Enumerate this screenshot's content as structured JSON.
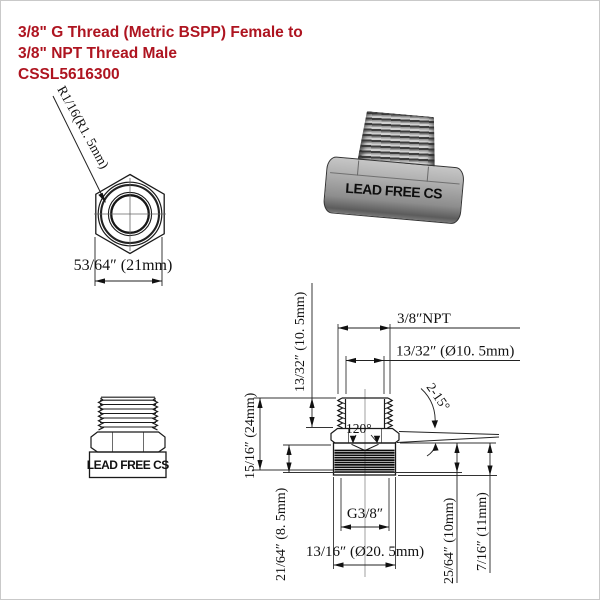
{
  "title": {
    "line1": "3/8\" G Thread (Metric BSPP) Female to",
    "line2": "3/8\" NPT Thread Male",
    "line3": "CSSL5616300",
    "color": "#ae1420"
  },
  "photo": {
    "band_label": "LEAD FREE CS"
  },
  "side_view": {
    "band_label": "LEAD FREE CS"
  },
  "front_view": {
    "radius_label": "R1/16(R1. 5mm)",
    "across_flats_label": "53/64″ (21mm)"
  },
  "section_view": {
    "npt_label": "3/8″NPT",
    "npt_minor_dia_label": "13/32″ (Ø10. 5mm)",
    "npt_length_label": "13/32″ (10. 5mm)",
    "total_length_label": "15/16″ (24mm)",
    "thread_engage_label": "21/64″ (8. 5mm)",
    "countersink_angle_label": "120°",
    "taper_angle_label": "2-15°",
    "thread_depth_label": "25/64″ (10mm)",
    "lower_height_label": "7/16″ (11mm)",
    "g_thread_label": "G3/8″",
    "outer_dia_label": "13/16″ (Ø20. 5mm)"
  }
}
